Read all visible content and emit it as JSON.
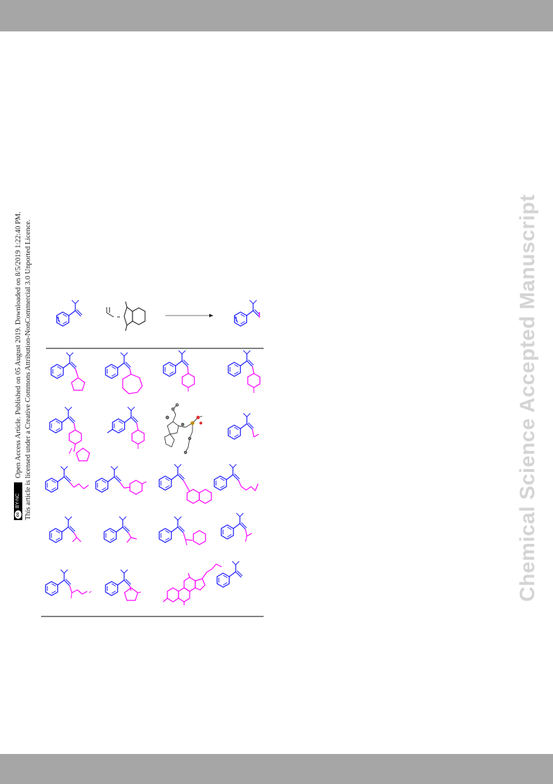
{
  "header": {
    "bar_color": "#a6a6a6"
  },
  "footer": {
    "bar_color": "#a6a6a6"
  },
  "watermark": {
    "text": "Chemical Science Accepted Manuscript",
    "color": "#d4d4d4"
  },
  "side_notice": {
    "open_access": "Open Access Article. Published on 05 August 2019. Downloaded on 8/5/2019 1:22:40 PM.",
    "license": "This article is licensed under a Creative Commons Attribution-NonCommercial 3.0 Unported Licence.",
    "badge_cc": "cc",
    "badge_by": "BY-NC"
  },
  "scheme": {
    "colors": {
      "core": "#1a1aff",
      "added": "#ff00ff",
      "rule": "#000000",
      "arrow": "#444444"
    }
  }
}
